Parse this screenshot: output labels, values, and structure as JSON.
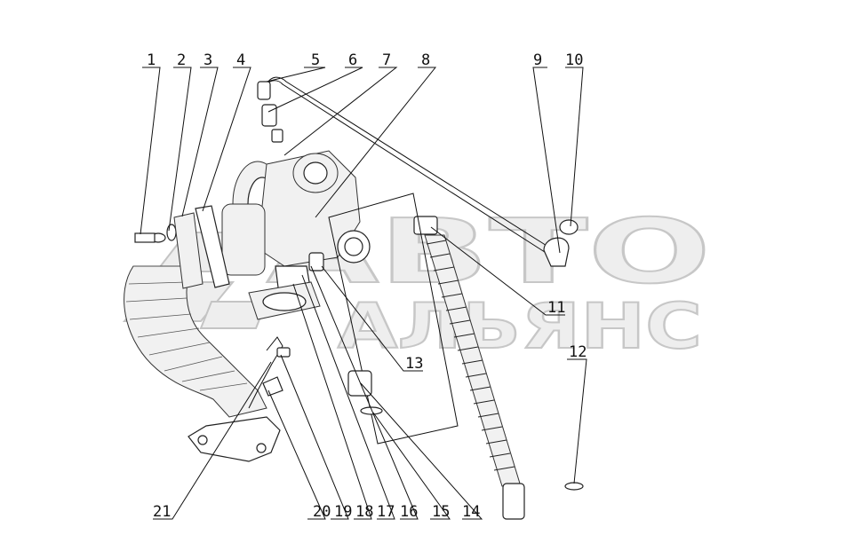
{
  "watermark": {
    "line1": "АВТО",
    "line2": "АЛЬЯНС"
  },
  "callouts": [
    {
      "id": "1"
    },
    {
      "id": "2"
    },
    {
      "id": "3"
    },
    {
      "id": "4"
    },
    {
      "id": "5"
    },
    {
      "id": "6"
    },
    {
      "id": "7"
    },
    {
      "id": "8"
    },
    {
      "id": "9"
    },
    {
      "id": "10"
    },
    {
      "id": "11"
    },
    {
      "id": "12"
    },
    {
      "id": "13"
    },
    {
      "id": "14"
    },
    {
      "id": "15"
    },
    {
      "id": "16"
    },
    {
      "id": "17"
    },
    {
      "id": "18"
    },
    {
      "id": "19"
    },
    {
      "id": "20"
    },
    {
      "id": "21"
    }
  ]
}
